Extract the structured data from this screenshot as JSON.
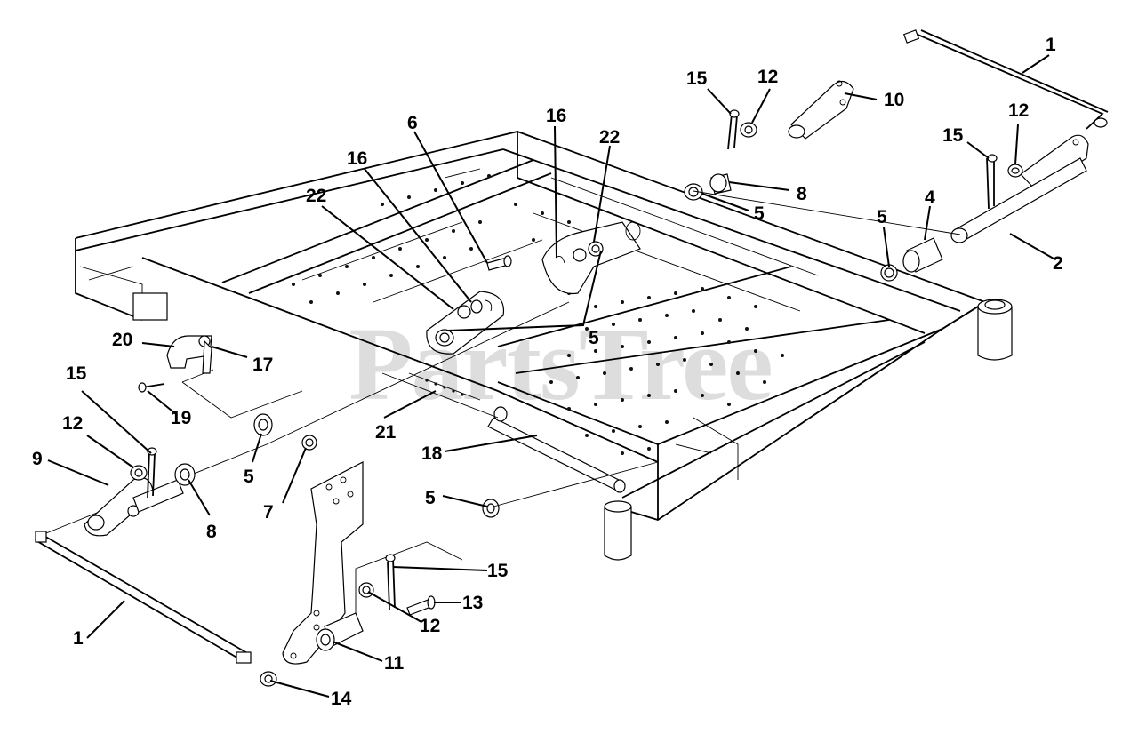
{
  "watermark": "PartsTree",
  "callouts": [
    {
      "id": "c1a",
      "text": "1"
    },
    {
      "id": "c1b",
      "text": "1"
    },
    {
      "id": "c2",
      "text": "2"
    },
    {
      "id": "c4",
      "text": "4"
    },
    {
      "id": "c5a",
      "text": "5"
    },
    {
      "id": "c5b",
      "text": "5"
    },
    {
      "id": "c5c",
      "text": "5"
    },
    {
      "id": "c5d",
      "text": "5"
    },
    {
      "id": "c5e",
      "text": "5"
    },
    {
      "id": "c6",
      "text": "6"
    },
    {
      "id": "c7",
      "text": "7"
    },
    {
      "id": "c8a",
      "text": "8"
    },
    {
      "id": "c8b",
      "text": "8"
    },
    {
      "id": "c9",
      "text": "9"
    },
    {
      "id": "c10",
      "text": "10"
    },
    {
      "id": "c11",
      "text": "11"
    },
    {
      "id": "c12a",
      "text": "12"
    },
    {
      "id": "c12b",
      "text": "12"
    },
    {
      "id": "c12c",
      "text": "12"
    },
    {
      "id": "c12d",
      "text": "12"
    },
    {
      "id": "c13",
      "text": "13"
    },
    {
      "id": "c14",
      "text": "14"
    },
    {
      "id": "c15a",
      "text": "15"
    },
    {
      "id": "c15b",
      "text": "15"
    },
    {
      "id": "c15c",
      "text": "15"
    },
    {
      "id": "c15d",
      "text": "15"
    },
    {
      "id": "c16a",
      "text": "16"
    },
    {
      "id": "c16b",
      "text": "16"
    },
    {
      "id": "c17",
      "text": "17"
    },
    {
      "id": "c18",
      "text": "18"
    },
    {
      "id": "c19",
      "text": "19"
    },
    {
      "id": "c20",
      "text": "20"
    },
    {
      "id": "c21",
      "text": "21"
    },
    {
      "id": "c22a",
      "text": "22"
    },
    {
      "id": "c22b",
      "text": "22"
    }
  ]
}
